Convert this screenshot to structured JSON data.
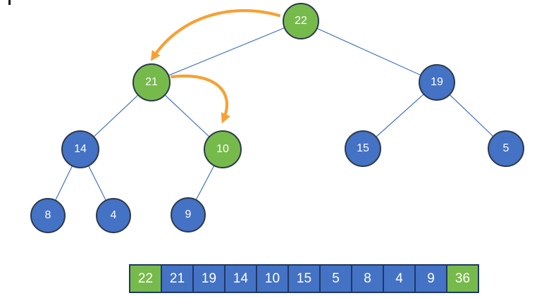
{
  "colors": {
    "highlight_green": "#77BA4C",
    "node_blue": "#4472C4",
    "arrow_orange": "#F7A133",
    "edge_blue": "#4472C4",
    "node_border": "#2d3a4a",
    "cell_border": "#1F3864",
    "text": "#ffffff"
  },
  "tree": {
    "nodes": [
      {
        "value": "22",
        "color": "green"
      },
      {
        "value": "21",
        "color": "green"
      },
      {
        "value": "19",
        "color": "blue"
      },
      {
        "value": "14",
        "color": "blue"
      },
      {
        "value": "10",
        "color": "green"
      },
      {
        "value": "15",
        "color": "blue"
      },
      {
        "value": "5",
        "color": "blue"
      },
      {
        "value": "8",
        "color": "blue"
      },
      {
        "value": "4",
        "color": "blue"
      },
      {
        "value": "9",
        "color": "blue"
      }
    ],
    "edges": [
      [
        "22",
        "21"
      ],
      [
        "22",
        "19"
      ],
      [
        "21",
        "14"
      ],
      [
        "21",
        "10"
      ],
      [
        "19",
        "15"
      ],
      [
        "19",
        "5"
      ],
      [
        "14",
        "8"
      ],
      [
        "14",
        "4"
      ],
      [
        "10",
        "9"
      ]
    ],
    "swap_arrows": [
      {
        "from": "22",
        "to": "21"
      },
      {
        "from": "21",
        "to": "10"
      }
    ]
  },
  "array": {
    "cells": [
      {
        "value": "22",
        "color": "green"
      },
      {
        "value": "21",
        "color": "blue"
      },
      {
        "value": "19",
        "color": "blue"
      },
      {
        "value": "14",
        "color": "blue"
      },
      {
        "value": "10",
        "color": "blue"
      },
      {
        "value": "15",
        "color": "blue"
      },
      {
        "value": "5",
        "color": "blue"
      },
      {
        "value": "8",
        "color": "blue"
      },
      {
        "value": "4",
        "color": "blue"
      },
      {
        "value": "9",
        "color": "blue"
      },
      {
        "value": "36",
        "color": "green"
      }
    ]
  }
}
